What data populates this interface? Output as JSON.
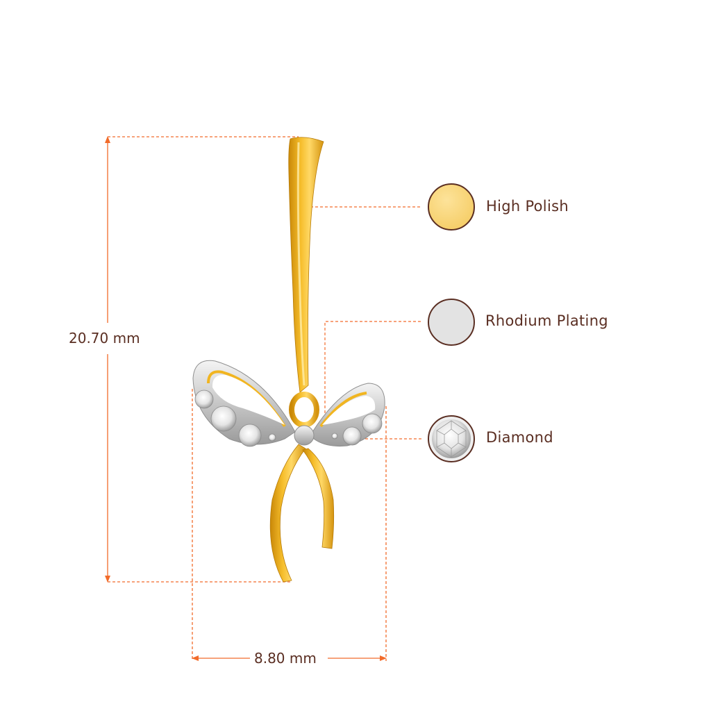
{
  "dimensions": {
    "height": "20.70 mm",
    "width": "8.80 mm"
  },
  "legend": [
    {
      "label": "High Polish",
      "swatch_color": "#f7d57c",
      "icon": "high-polish-swatch-icon"
    },
    {
      "label": "Rhodium Plating",
      "swatch_color": "#e3e3e3",
      "icon": "rhodium-plating-swatch-icon"
    },
    {
      "label": "Diamond",
      "swatch_color": "#f2f2f2",
      "icon": "diamond-swatch-icon"
    }
  ],
  "colors": {
    "dimension_line": "#f26b2a",
    "swatch_border": "#5a2e22",
    "gold": "#f1b521",
    "gold_dark": "#c68408",
    "silver": "#d9d9d9",
    "text": "#5a2e22"
  }
}
